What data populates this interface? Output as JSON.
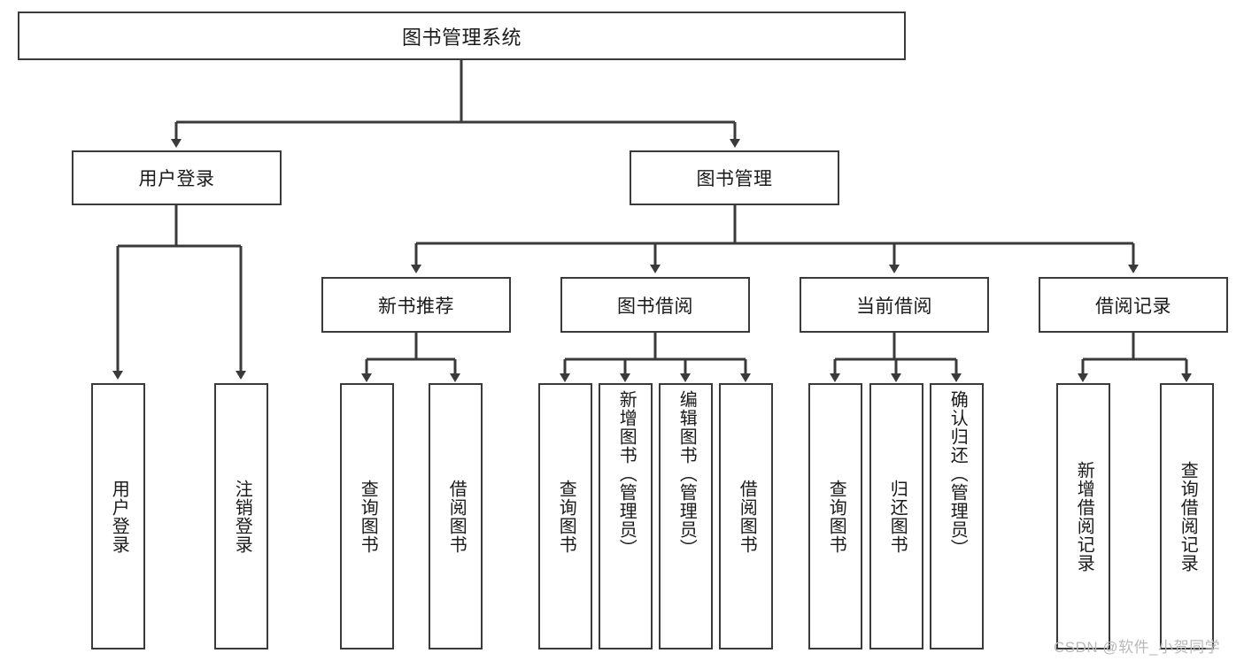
{
  "diagram": {
    "type": "tree-hierarchy-chart",
    "title": "图书管理系统",
    "line_color": "#3a3a3a",
    "background_color": "#ffffff",
    "text_color": "#1a1a1a",
    "root": {
      "label": "图书管理系统",
      "level": 0
    },
    "level2": [
      {
        "label": "用户登录"
      },
      {
        "label": "图书管理"
      }
    ],
    "level3": [
      {
        "label": "新书推荐"
      },
      {
        "label": "图书借阅"
      },
      {
        "label": "当前借阅"
      },
      {
        "label": "借阅记录"
      }
    ],
    "leaves": {
      "user_login": [
        {
          "label": "用户登录"
        },
        {
          "label": "注销登录"
        }
      ],
      "new_book_recommend": [
        {
          "label": "查询图书"
        },
        {
          "label": "借阅图书"
        }
      ],
      "book_borrow": [
        {
          "label": "查询图书"
        },
        {
          "label": "新增图书（管理员）"
        },
        {
          "label": "编辑图书（管理员）"
        },
        {
          "label": "借阅图书"
        }
      ],
      "current_borrow": [
        {
          "label": "查询图书"
        },
        {
          "label": "归还图书"
        },
        {
          "label": "确认归还（管理员）"
        }
      ],
      "borrow_record": [
        {
          "label": "新增借阅记录"
        },
        {
          "label": "查询借阅记录"
        }
      ]
    }
  },
  "watermark": {
    "text": "CSDN @软件_小贺同学"
  }
}
